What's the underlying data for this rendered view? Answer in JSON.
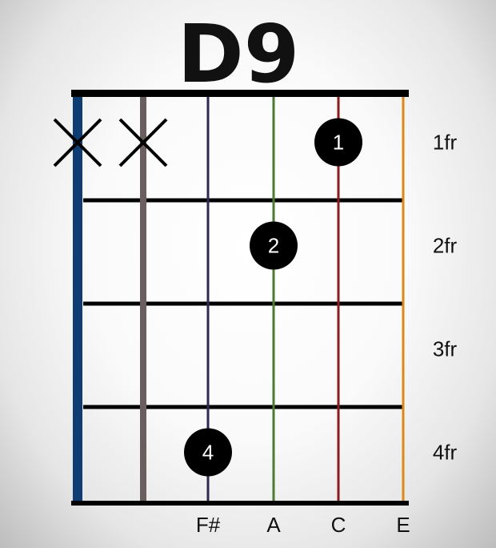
{
  "chord": {
    "name": "D9"
  },
  "strings": [
    {
      "index": 0,
      "color": "#0d3d73",
      "note": "",
      "status": "muted"
    },
    {
      "index": 1,
      "color": "#6b5f5d",
      "note": "",
      "status": "muted"
    },
    {
      "index": 2,
      "color": "#2e2a4f",
      "note": "F#",
      "status": "played"
    },
    {
      "index": 3,
      "color": "#4d7a34",
      "note": "A",
      "status": "played"
    },
    {
      "index": 4,
      "color": "#8c1c1c",
      "note": "C",
      "status": "played"
    },
    {
      "index": 5,
      "color": "#d98a1a",
      "note": "E",
      "status": "played"
    }
  ],
  "frets": [
    {
      "index": 1,
      "label": "1fr"
    },
    {
      "index": 2,
      "label": "2fr"
    },
    {
      "index": 3,
      "label": "3fr"
    },
    {
      "index": 4,
      "label": "4fr"
    }
  ],
  "fingers": [
    {
      "string": 4,
      "fret": 1,
      "label": "1"
    },
    {
      "string": 3,
      "fret": 2,
      "label": "2"
    },
    {
      "string": 2,
      "fret": 4,
      "label": "4"
    }
  ],
  "muted_strings": [
    0,
    1
  ],
  "colors": {
    "ink": "#000000",
    "finger_text": "#ffffff"
  }
}
